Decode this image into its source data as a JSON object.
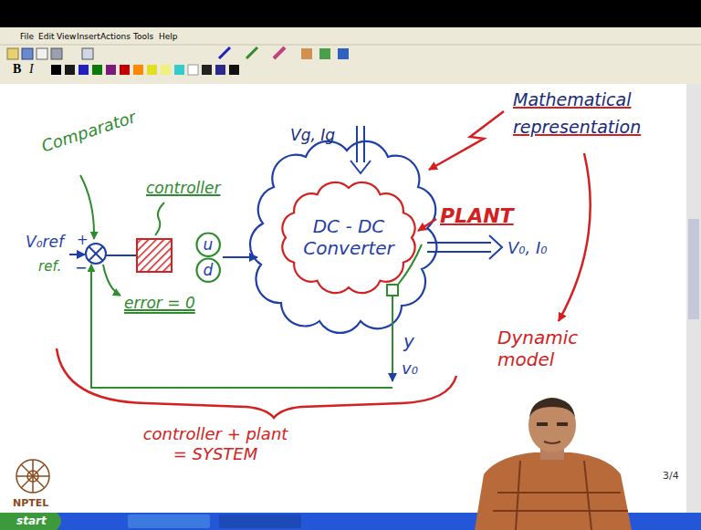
{
  "diagram": {
    "nodes": [
      {
        "text": [
          "DC - DC Converter"
        ]
      },
      {
        "text": [
          "u"
        ]
      },
      {
        "text": [
          "d"
        ]
      }
    ],
    "labels": [
      "File",
      "Edit",
      "View",
      "Insert",
      "Actions",
      "Tools",
      "Help",
      "B",
      "I",
      "Comparator",
      "controller",
      "V₀ref",
      "+",
      "ref.",
      "−",
      "error = 0",
      "Vg, Ig",
      "PLANT",
      "Mathematical representation",
      "V₀, I₀",
      "y",
      "v₀",
      "Dynamic model",
      "controller + plant = SYSTEM",
      "3/4",
      "NPTEL",
      "start"
    ]
  }
}
